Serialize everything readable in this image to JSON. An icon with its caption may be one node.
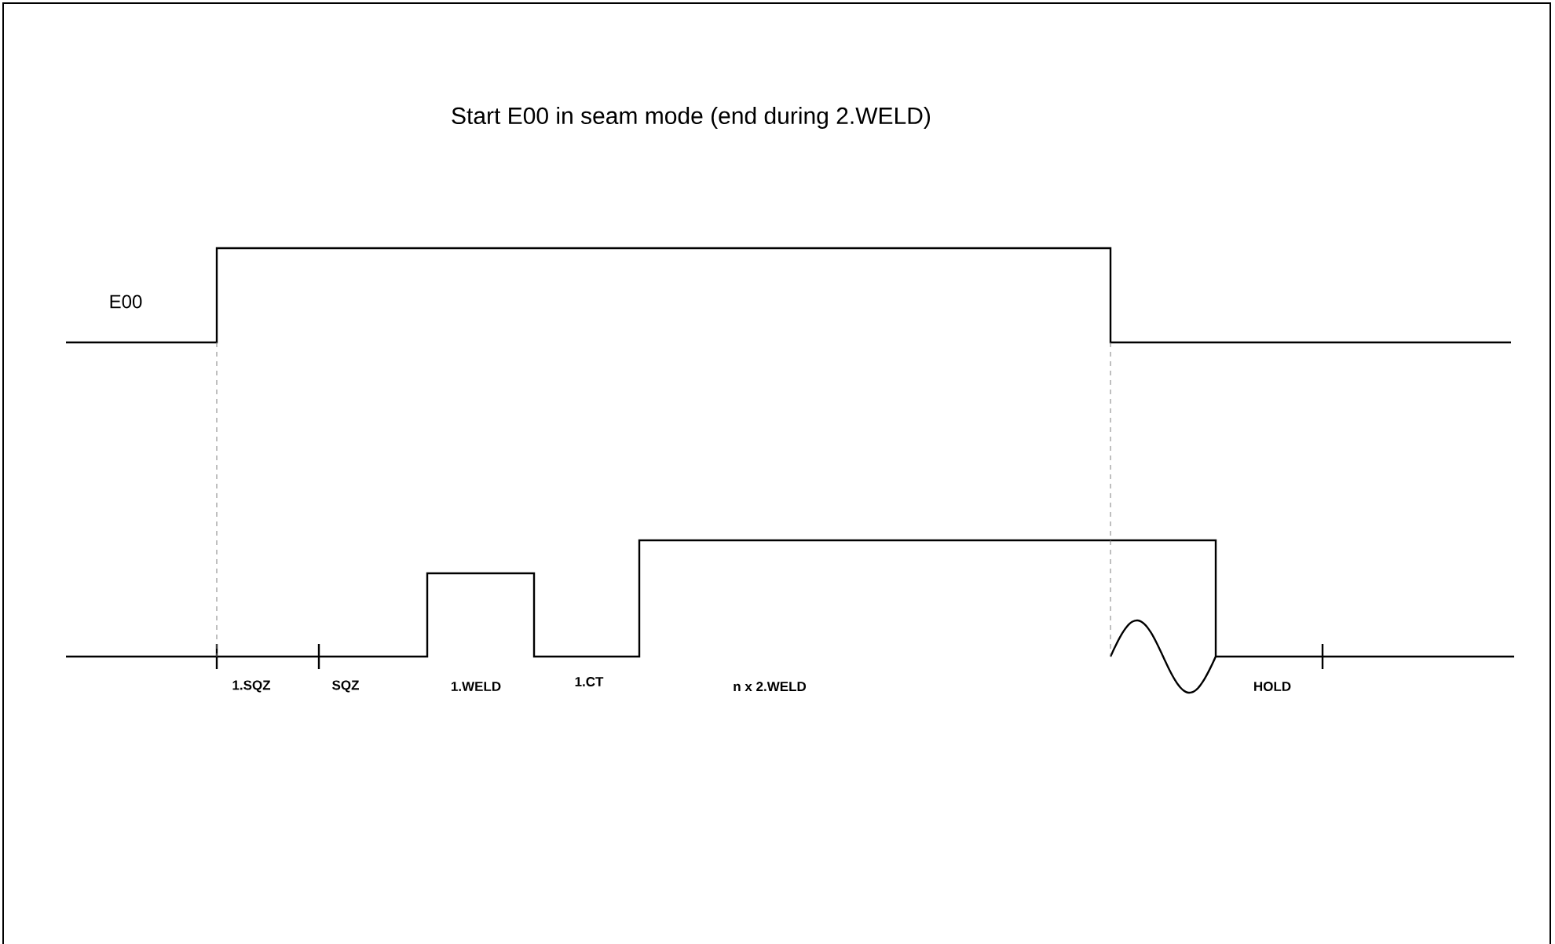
{
  "diagram": {
    "title": "Start E00 in seam mode (end during 2.WELD)",
    "labels": [
      "E00",
      "1.SQZ",
      "SQZ",
      "1.WELD",
      "1.CT",
      "n x 2.WELD",
      "HOLD"
    ]
  }
}
